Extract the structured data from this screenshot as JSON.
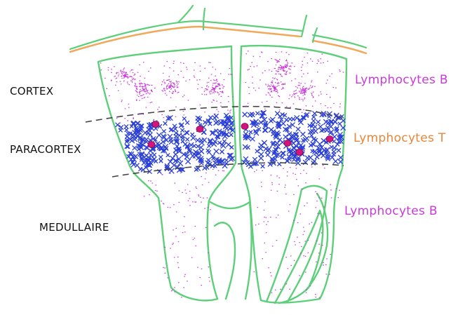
{
  "labels": {
    "cortex": "CORTEX",
    "paracortex": "PARACORTEX",
    "medullaire": "MEDULLAIRE",
    "lymphocytes_b_top": "Lymphocytes B",
    "lymphocytes_t": "Lymphocytes T",
    "lymphocytes_b_bottom": "Lymphocytes B"
  },
  "colors": {
    "outline": "#5dcf7a",
    "capsule": "#f0a85a",
    "lymphocytes_b": "#c93ad9",
    "lymphocytes_t": "#e8873a",
    "t_cell_marks": "#2a3fd6",
    "boundary_dash": "#444444",
    "text": "#111111"
  }
}
